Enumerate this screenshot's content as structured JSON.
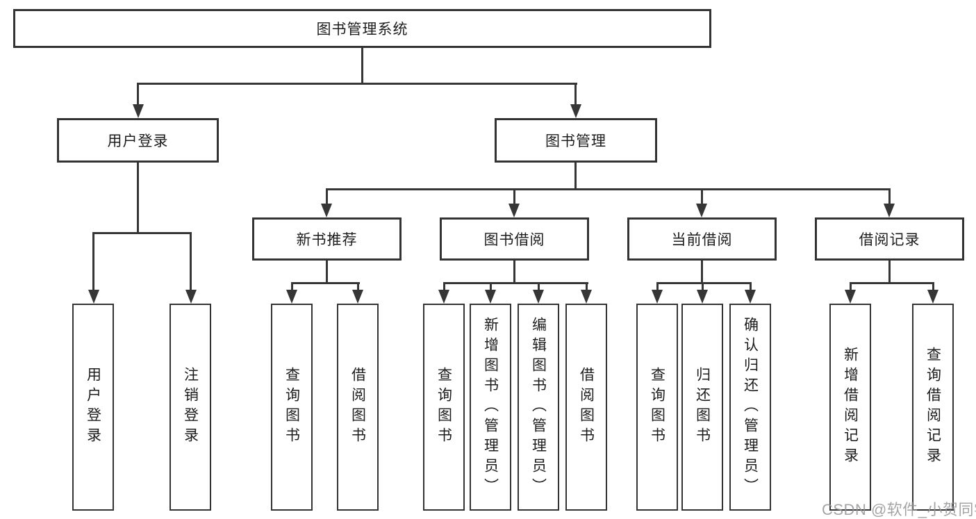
{
  "root": {
    "label": "图书管理系统"
  },
  "level2": {
    "user_login": {
      "label": "用户登录"
    },
    "book_mgmt": {
      "label": "图书管理"
    }
  },
  "level3": {
    "new_books": {
      "label": "新书推荐"
    },
    "borrowing": {
      "label": "图书借阅"
    },
    "current": {
      "label": "当前借阅"
    },
    "records": {
      "label": "借阅记录"
    }
  },
  "leaves": {
    "user_login": [
      {
        "label": "用户登录"
      },
      {
        "label": "注销登录"
      }
    ],
    "new_books": [
      {
        "label": "查询图书"
      },
      {
        "label": "借阅图书"
      }
    ],
    "borrowing": [
      {
        "label": "查询图书"
      },
      {
        "label": "新增图书（管理员）"
      },
      {
        "label": "编辑图书（管理员）"
      },
      {
        "label": "借阅图书"
      }
    ],
    "current": [
      {
        "label": "查询图书"
      },
      {
        "label": "归还图书"
      },
      {
        "label": "确认归还（管理员）"
      }
    ],
    "records": [
      {
        "label": "新增借阅记录"
      },
      {
        "label": "查询借阅记录"
      }
    ]
  },
  "watermark": {
    "text": "CSDN @软件_小贺同学",
    "color": "#949496"
  },
  "colors": {
    "box_border": "#333333",
    "connector": "#363636",
    "text": "#1c1c1c",
    "background": "#ffffff"
  }
}
